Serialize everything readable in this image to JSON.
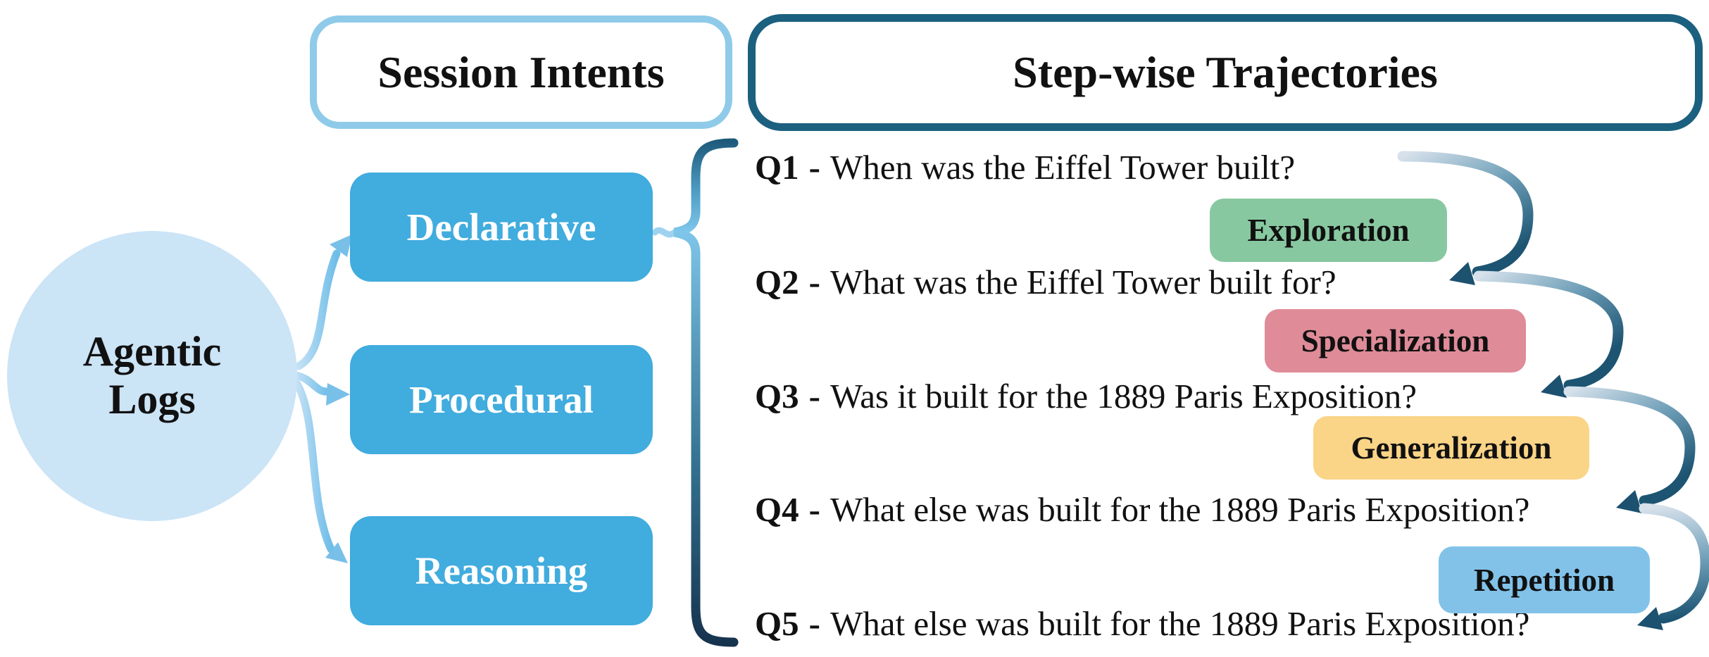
{
  "diagram": {
    "headers": {
      "session_intents": "Session Intents",
      "stepwise_trajectories": "Step-wise Trajectories"
    },
    "source": {
      "line1": "Agentic",
      "line2": "Logs"
    },
    "intents": [
      {
        "label": "Declarative"
      },
      {
        "label": "Procedural"
      },
      {
        "label": "Reasoning"
      }
    ],
    "questions": [
      {
        "id": "Q1",
        "dash": "-",
        "text": "When was the Eiffel Tower built?"
      },
      {
        "id": "Q2",
        "dash": "-",
        "text": "What was the Eiffel Tower built for?"
      },
      {
        "id": "Q3",
        "dash": "-",
        "text": "Was it built for the 1889 Paris Exposition?"
      },
      {
        "id": "Q4",
        "dash": "-",
        "text": "What else was built for the 1889 Paris Exposition?"
      },
      {
        "id": "Q5",
        "dash": "-",
        "text": "What else was built for the 1889 Paris Exposition?"
      }
    ],
    "transitions": [
      {
        "label": "Exploration",
        "color": "#88c8a0"
      },
      {
        "label": "Specialization",
        "color": "#df8b98"
      },
      {
        "label": "Generalization",
        "color": "#fad487"
      },
      {
        "label": "Repetition",
        "color": "#82c2e9"
      }
    ],
    "colors": {
      "circle_fill": "#cbe4f6",
      "intent_box_fill": "#41acde",
      "session_border": "#8fcbe9",
      "stepwise_border": "#1b607f",
      "arrow_light": "#cfdeea",
      "arrow_dark": "#1c5472",
      "brace_light": "#7ec6ea",
      "brace_dark": "#16334e"
    }
  }
}
